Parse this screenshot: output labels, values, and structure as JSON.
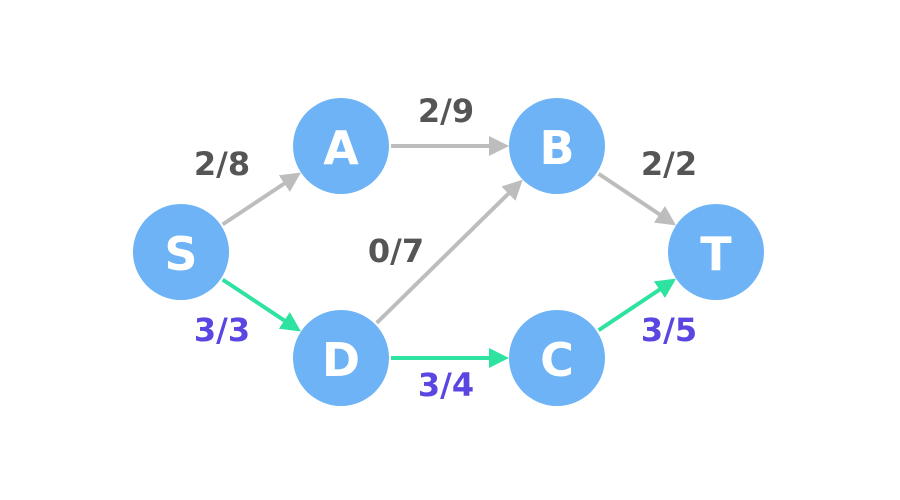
{
  "colors": {
    "node_fill": "#6db3f5",
    "node_text": "#ffffff",
    "edge_default": "#bdbdbd",
    "edge_path": "#2ee3a0",
    "label_default": "#555555",
    "label_path": "#5a46e0"
  },
  "nodes": [
    {
      "id": "S",
      "label": "S"
    },
    {
      "id": "A",
      "label": "A"
    },
    {
      "id": "B",
      "label": "B"
    },
    {
      "id": "D",
      "label": "D"
    },
    {
      "id": "C",
      "label": "C"
    },
    {
      "id": "T",
      "label": "T"
    }
  ],
  "edges": [
    {
      "id": "S-A",
      "from": "S",
      "to": "A",
      "label": "2/8",
      "highlight": false
    },
    {
      "id": "A-B",
      "from": "A",
      "to": "B",
      "label": "2/9",
      "highlight": false
    },
    {
      "id": "B-T",
      "from": "B",
      "to": "T",
      "label": "2/2",
      "highlight": false
    },
    {
      "id": "D-B",
      "from": "D",
      "to": "B",
      "label": "0/7",
      "highlight": false
    },
    {
      "id": "S-D",
      "from": "S",
      "to": "D",
      "label": "3/3",
      "highlight": true
    },
    {
      "id": "D-C",
      "from": "D",
      "to": "C",
      "label": "3/4",
      "highlight": true
    },
    {
      "id": "C-T",
      "from": "C",
      "to": "T",
      "label": "3/5",
      "highlight": true
    }
  ]
}
